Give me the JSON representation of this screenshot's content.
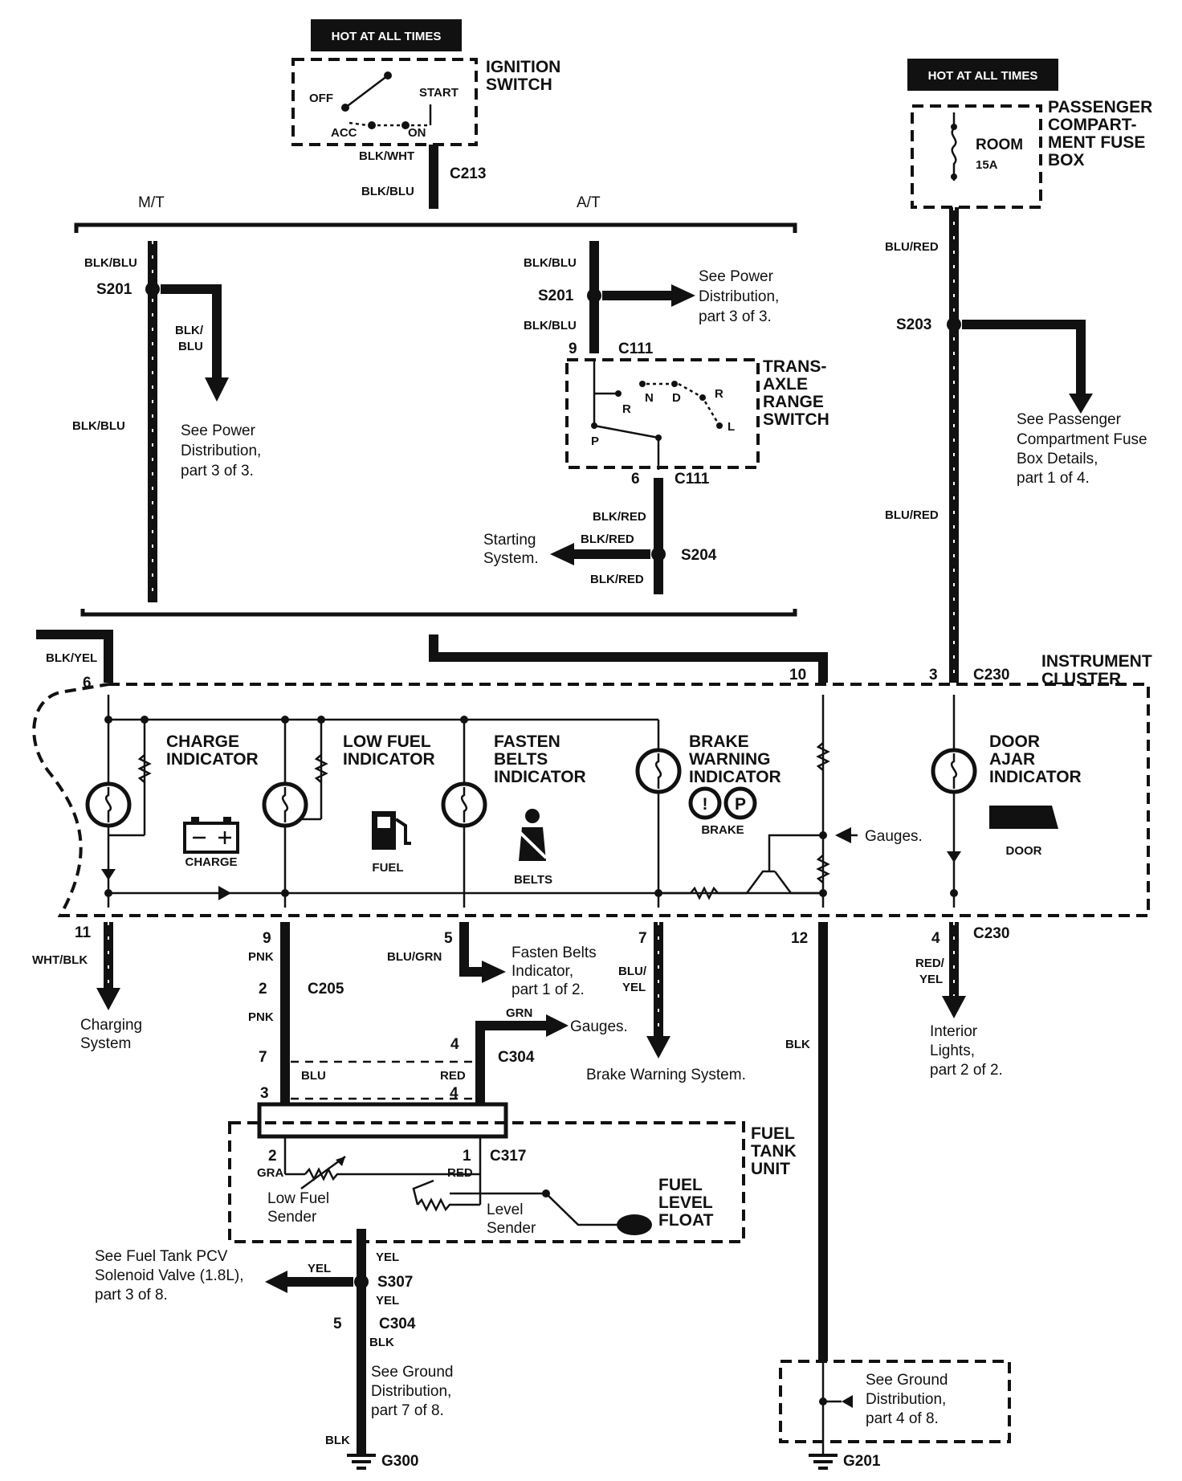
{
  "hot_label_left": "HOT AT ALL TIMES",
  "hot_label_right": "HOT AT ALL TIMES",
  "ignition": {
    "title_line1": "IGNITION",
    "title_line2": "SWITCH",
    "pos_off": "OFF",
    "pos_start": "START",
    "pos_acc": "ACC",
    "pos_on": "ON"
  },
  "fuse_box": {
    "title_line1": "PASSENGER",
    "title_line2": "COMPART-",
    "title_line3": "MENT FUSE",
    "title_line4": "BOX",
    "fuse_name": "ROOM",
    "fuse_rating": "15A"
  },
  "connectors": {
    "c213": "C213",
    "c111_top": "C111",
    "c111_bottom": "C111",
    "c230_top": "C230",
    "c230_bottom": "C230",
    "c205": "C205",
    "c304_upper": "C304",
    "c304_lower": "C304",
    "c317": "C317",
    "s201_mt": "S201",
    "s201_at": "S201",
    "s203": "S203",
    "s204": "S204",
    "s307": "S307",
    "g300": "G300",
    "g201": "G201"
  },
  "wires": {
    "blk_wht": "BLK/WHT",
    "blk_blu_c213": "BLK/BLU",
    "blk_blu_mt_top": "BLK/BLU",
    "blk_blu_mt_mid": "BLK/BLU",
    "blk_blu_branch_1": "BLK/",
    "blk_blu_branch_2": "BLU",
    "blk_blu_at_top": "BLK/BLU",
    "blk_blu_at_mid": "BLK/BLU",
    "blk_red_1": "BLK/RED",
    "blk_red_2": "BLK/RED",
    "blk_red_3": "BLK/RED",
    "blu_red_1": "BLU/RED",
    "blu_red_2": "BLU/RED",
    "blk_yel": "BLK/YEL",
    "wht_blk": "WHT/BLK",
    "pnk_1": "PNK",
    "pnk_2": "PNK",
    "blu_grn": "BLU/GRN",
    "blu_yel_1": "BLU/",
    "blu_yel_2": "YEL",
    "red_yel_1": "RED/",
    "red_yel_2": "YEL",
    "grn": "GRN",
    "blu": "BLU",
    "red_1": "RED",
    "red_2": "RED",
    "gra": "GRA",
    "blk_1": "BLK",
    "blk_2": "BLK",
    "blk_3": "BLK",
    "yel_1": "YEL",
    "yel_2": "YEL",
    "yel_3": "YEL"
  },
  "pins": {
    "p9_top": "9",
    "p6_c111": "6",
    "p6_cluster": "6",
    "p10": "10",
    "p3_cluster": "3",
    "p11": "11",
    "p9_bottom": "9",
    "p5": "5",
    "p7_brake": "7",
    "p12": "12",
    "p4_c230": "4",
    "p2_c205": "2",
    "p7_c304": "7",
    "p4_c304": "4",
    "p3_fuel": "3",
    "p4_fuel": "4",
    "p2_c317": "2",
    "p1_c317": "1",
    "p5_c304": "5"
  },
  "transmission": {
    "mt": "M/T",
    "at": "A/T",
    "range_switch_1": "TRANS-",
    "range_switch_2": "AXLE",
    "range_switch_3": "RANGE",
    "range_switch_4": "SWITCH",
    "pos_r": "R",
    "pos_n": "N",
    "pos_d": "D",
    "pos_r2": "R",
    "pos_l": "L",
    "pos_p": "P"
  },
  "references": {
    "power_dist_mt_1": "See Power",
    "power_dist_mt_2": "Distribution,",
    "power_dist_mt_3": "part 3 of 3.",
    "power_dist_at_1": "See Power",
    "power_dist_at_2": "Distribution,",
    "power_dist_at_3": "part 3 of 3.",
    "fuse_details_1": "See Passenger",
    "fuse_details_2": "Compartment Fuse",
    "fuse_details_3": "Box Details,",
    "fuse_details_4": "part 1 of 4.",
    "starting_1": "Starting",
    "starting_2": "System.",
    "charging_1": "Charging",
    "charging_2": "System",
    "fasten_ref_1": "Fasten Belts",
    "fasten_ref_2": "Indicator,",
    "fasten_ref_3": "part 1 of 2.",
    "gauges_1": "Gauges.",
    "gauges_2": "Gauges.",
    "brake_warning_system": "Brake Warning System.",
    "interior_1": "Interior",
    "interior_2": "Lights,",
    "interior_3": "part 2 of 2.",
    "pcv_1": "See Fuel Tank PCV",
    "pcv_2": "Solenoid Valve (1.8L),",
    "pcv_3": "part 3 of 8.",
    "ground_300_1": "See Ground",
    "ground_300_2": "Distribution,",
    "ground_300_3": "part 7 of 8.",
    "ground_201_1": "See Ground",
    "ground_201_2": "Distribution,",
    "ground_201_3": "part 4 of 8."
  },
  "cluster": {
    "title_1": "INSTRUMENT",
    "title_2": "CLUSTER",
    "charge_1": "CHARGE",
    "charge_2": "INDICATOR",
    "charge_icon": "CHARGE",
    "lowfuel_1": "LOW FUEL",
    "lowfuel_2": "INDICATOR",
    "fuel_icon": "FUEL",
    "fasten_1": "FASTEN",
    "fasten_2": "BELTS",
    "fasten_3": "INDICATOR",
    "belts_icon": "BELTS",
    "brake_1": "BRAKE",
    "brake_2": "WARNING",
    "brake_3": "INDICATOR",
    "brake_icon": "BRAKE",
    "door_1": "DOOR",
    "door_2": "AJAR",
    "door_3": "INDICATOR",
    "door_icon": "DOOR"
  },
  "fuel_tank": {
    "title_1": "FUEL",
    "title_2": "TANK",
    "title_3": "UNIT",
    "low_sender_1": "Low Fuel",
    "low_sender_2": "Sender",
    "level_sender_1": "Level",
    "level_sender_2": "Sender",
    "float_1": "FUEL",
    "float_2": "LEVEL",
    "float_3": "FLOAT"
  }
}
